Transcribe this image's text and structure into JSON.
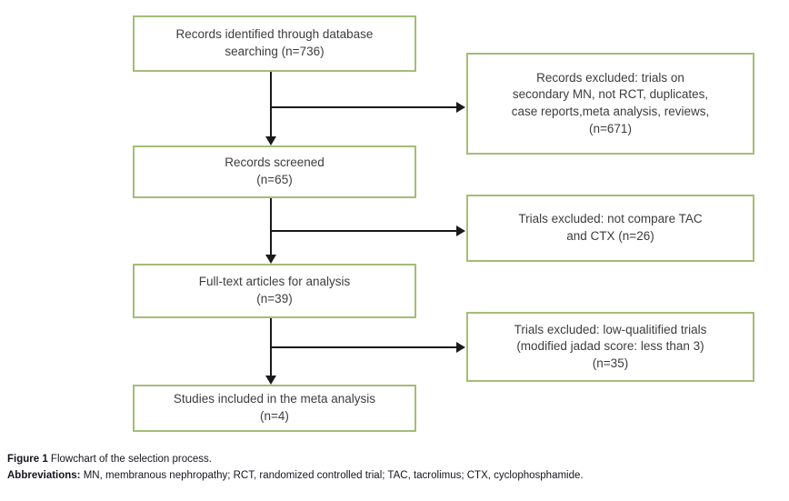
{
  "flowchart": {
    "main_boxes": [
      {
        "name": "records-identified",
        "text": "Records identified through database\nsearching (n=736)"
      },
      {
        "name": "records-screened",
        "text": "Records screened\n(n=65)"
      },
      {
        "name": "fulltext-articles",
        "text": "Full-text articles for analysis\n(n=39)"
      },
      {
        "name": "studies-included",
        "text": "Studies included in the meta analysis\n(n=4)"
      }
    ],
    "side_boxes": [
      {
        "name": "records-excluded",
        "text": "Records excluded: trials on\nsecondary MN, not RCT, duplicates,\ncase reports,meta analysis, reviews,\n(n=671)"
      },
      {
        "name": "trials-excluded-not-compare",
        "text": "Trials excluded: not compare TAC\nand CTX (n=26)"
      },
      {
        "name": "trials-excluded-low-quality",
        "text": "Trials excluded: low-qualitified trials\n(modified jadad score: less than 3)\n(n=35)"
      }
    ]
  },
  "caption": {
    "figure_label": "Figure 1",
    "figure_text": " Flowchart of the selection process.",
    "abbreviations_label": "Abbreviations:",
    "abbreviations_text": " MN, membranous nephropathy; RCT, randomized controlled trial; TAC, tacrolimus; CTX, cyclophosphamide."
  },
  "colors": {
    "box_border": "#a4bd77",
    "arrow": "#1a1a1a",
    "box_text": "#3d3d3d",
    "caption_text": "#15151f"
  }
}
